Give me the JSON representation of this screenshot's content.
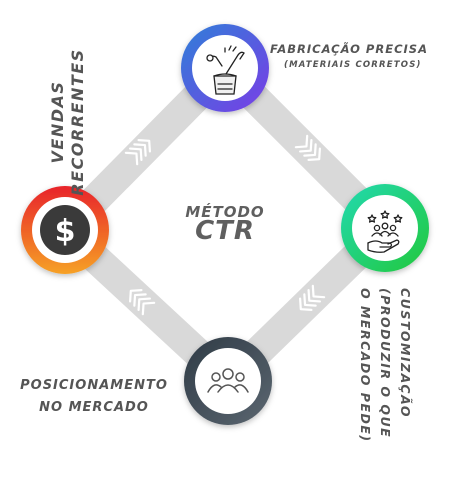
{
  "center": {
    "line1": "MÉTODO",
    "line2": "CTR"
  },
  "nodes": {
    "top": {
      "title": "FABRICAÇÃO PRECISA",
      "subtitle": "(MATERIAIS CORRETOS)",
      "icon": "craft-jar-icon",
      "gradient": [
        "#2f7fd8",
        "#7a3de6"
      ]
    },
    "right": {
      "lines": [
        "CUSTOMIZAÇÃO",
        "(PRODUZIR O QUE",
        "O MERCADO PEDE)"
      ],
      "icon": "hand-rated-people-icon",
      "gradient": [
        "#21d9b0",
        "#22c83c"
      ]
    },
    "bottom": {
      "lines": [
        "POSICIONAMENTO",
        "NO MERCADO"
      ],
      "icon": "people-group-icon",
      "gradient": [
        "#2f3b46",
        "#5b6670"
      ]
    },
    "left": {
      "lines": [
        "VENDAS",
        "RECORRENTES"
      ],
      "icon": "dollar-icon",
      "gradient": [
        "#e8232a",
        "#f6a126"
      ]
    }
  }
}
